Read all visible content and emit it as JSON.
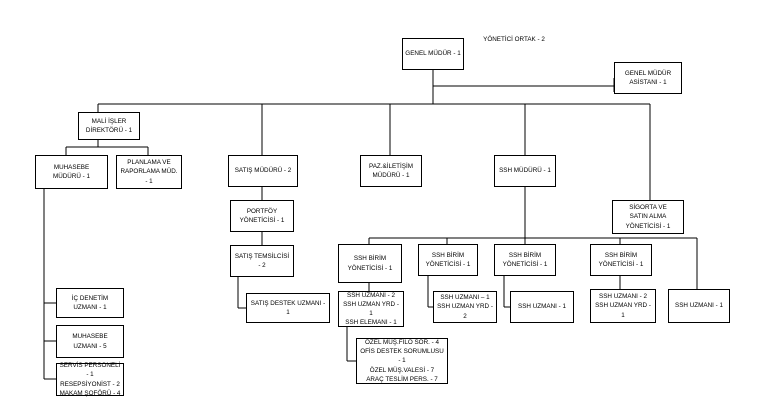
{
  "nodes": {
    "gm": "GENEL MÜDÜR - 1",
    "yo": "YÖNETİCİ ORTAK - 2",
    "gma": "GENEL MÜDÜR\nASİSTANI - 1",
    "mid": "MALİ İŞLER\nDİREKTÖRÜ - 1",
    "mm": "MUHASEBE\nMÜDÜRÜ - 1",
    "pr": "PLANLAMA VE\nRAPORLAMA MÜD. - 1",
    "sm": "SATIŞ MÜDÜRÜ - 2",
    "pil": "PAZ.&İLETİŞİM\nMÜDÜRÜ - 1",
    "sshm": "SSH MÜDÜRÜ - 1",
    "sig": "SİGORTA VE\nSATIN ALMA\nYÖNETİCİSİ - 1",
    "py": "PORTFÖY\nYÖNETİCİSİ - 1",
    "st": "SATIŞ TEMSİLCİSİ - 2",
    "sdu": "SATIŞ DESTEK UZMANI - 1",
    "b1": "SSH BİRİM\nYÖNETİCİSİ - 1",
    "b2": "SSH BİRİM\nYÖNETİCİSİ - 1",
    "b3": "SSH BİRİM\nYÖNETİCİSİ - 1",
    "b4": "SSH BİRİM\nYÖNETİCİSİ - 1",
    "s1": "SSH UZMANI - 2\nSSH UZMAN YRD - 1\nSSH ELEMANI - 1",
    "s2": "SSH UZMANI – 1\nSSH UZMAN YRD - 2",
    "s3": "SSH UZMANI - 1",
    "s4": "SSH UZMANI - 2\nSSH UZMAN YRD - 1",
    "s5": "SSH UZMANI - 1",
    "ozel": "ÖZEL MÜŞ.FİLO SOR. - 4\nOFİS DESTEK SORUMLUSU - 1\nÖZEL MÜŞ.VALESİ - 7\nARAÇ TESLİM PERS. - 7",
    "id": "İÇ DENETİM\nUZMANI - 1",
    "mu": "MUHASEBE\nUZMANI - 5",
    "sp": "SERVİS PERSONELİ - 1\nRESEPSİYONİST - 2\nMAKAM ŞOFÖRÜ - 4"
  }
}
